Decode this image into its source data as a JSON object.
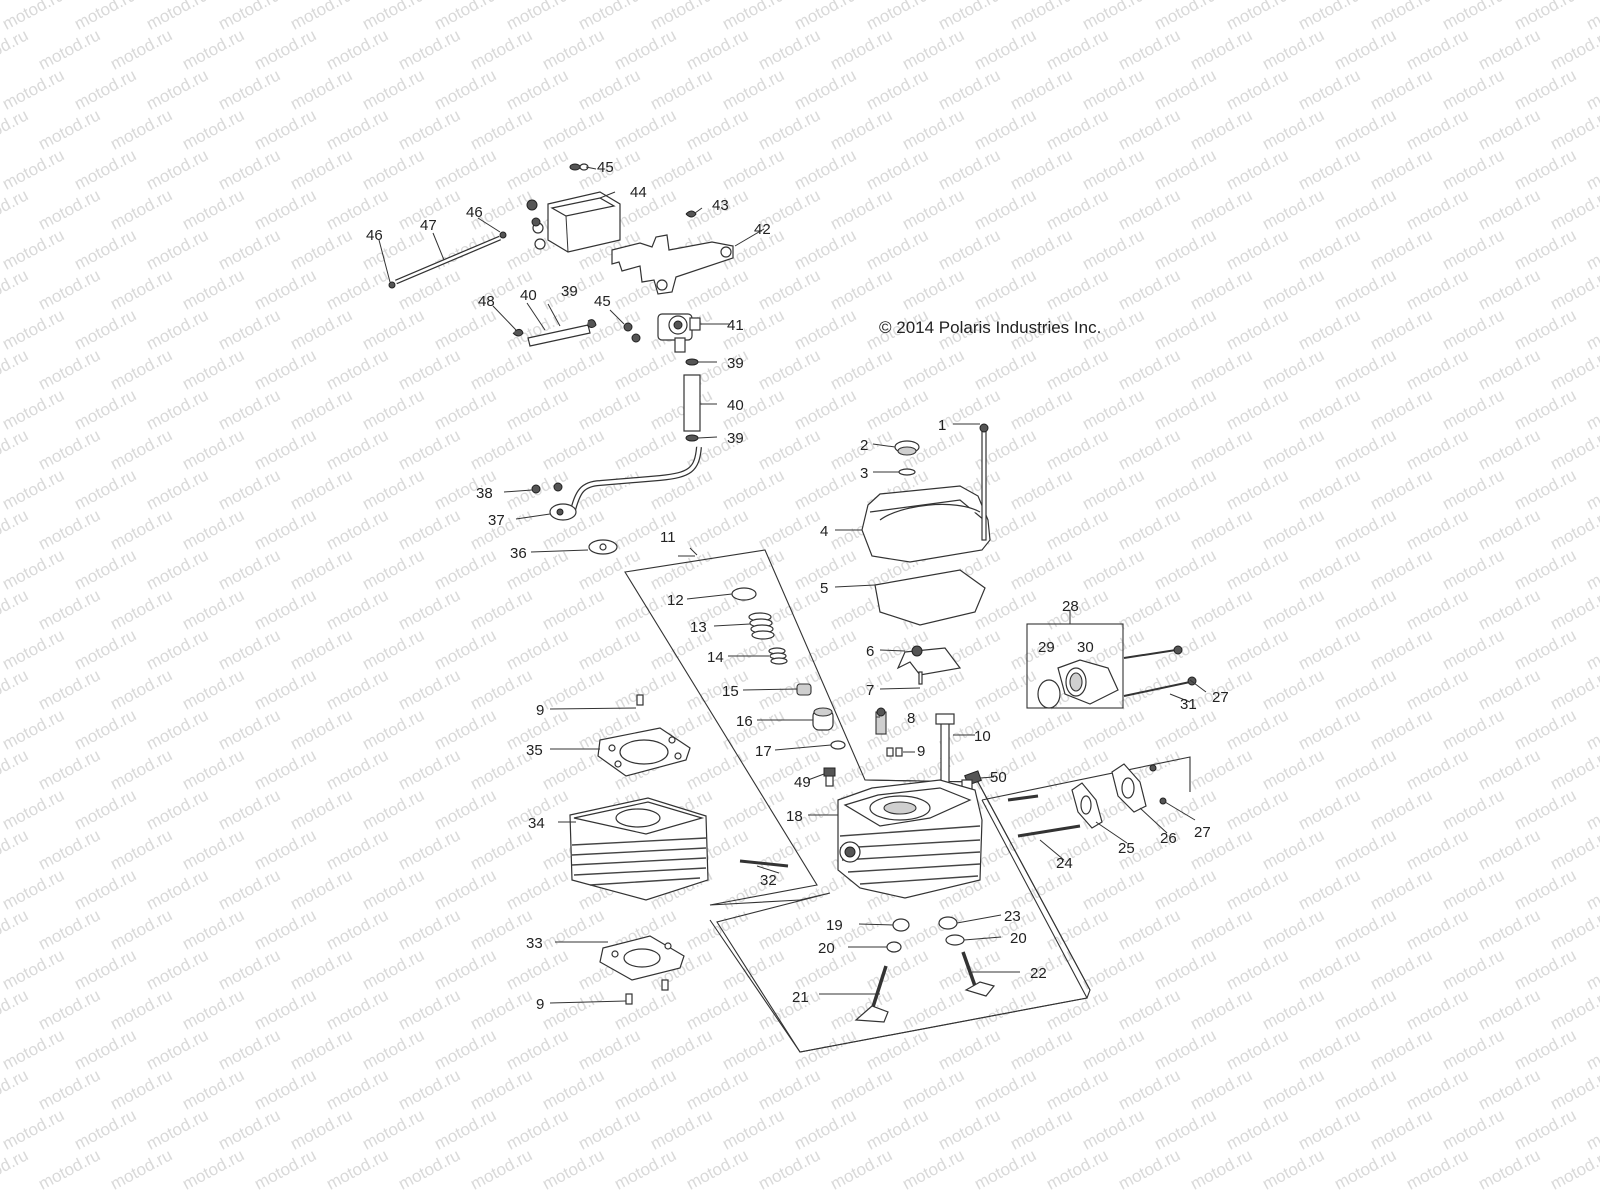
{
  "copyright": "© 2014 Polaris Industries Inc.",
  "watermark_text": "motod.ru",
  "callouts": {
    "c1": "1",
    "c2": "2",
    "c3": "3",
    "c4": "4",
    "c5": "5",
    "c6": "6",
    "c7": "7",
    "c8": "8",
    "c9a": "9",
    "c9b": "9",
    "c9c": "9",
    "c10": "10",
    "c11": "11",
    "c12": "12",
    "c13": "13",
    "c14": "14",
    "c15": "15",
    "c16": "16",
    "c17": "17",
    "c18": "18",
    "c19": "19",
    "c20a": "20",
    "c20b": "20",
    "c21": "21",
    "c22": "22",
    "c23": "23",
    "c24": "24",
    "c25": "25",
    "c26": "26",
    "c27a": "27",
    "c27b": "27",
    "c28": "28",
    "c29": "29",
    "c30": "30",
    "c31": "31",
    "c32": "32",
    "c33": "33",
    "c34": "34",
    "c35": "35",
    "c36": "36",
    "c37": "37",
    "c38": "38",
    "c39a": "39",
    "c39b": "39",
    "c39c": "39",
    "c40a": "40",
    "c40b": "40",
    "c41": "41",
    "c42": "42",
    "c43": "43",
    "c44": "44",
    "c45a": "45",
    "c45b": "45",
    "c46a": "46",
    "c46b": "46",
    "c47": "47",
    "c48": "48",
    "c49": "49",
    "c50": "50"
  },
  "colors": {
    "line": "#333333",
    "watermark": "#d9d9d9",
    "background": "#ffffff"
  }
}
